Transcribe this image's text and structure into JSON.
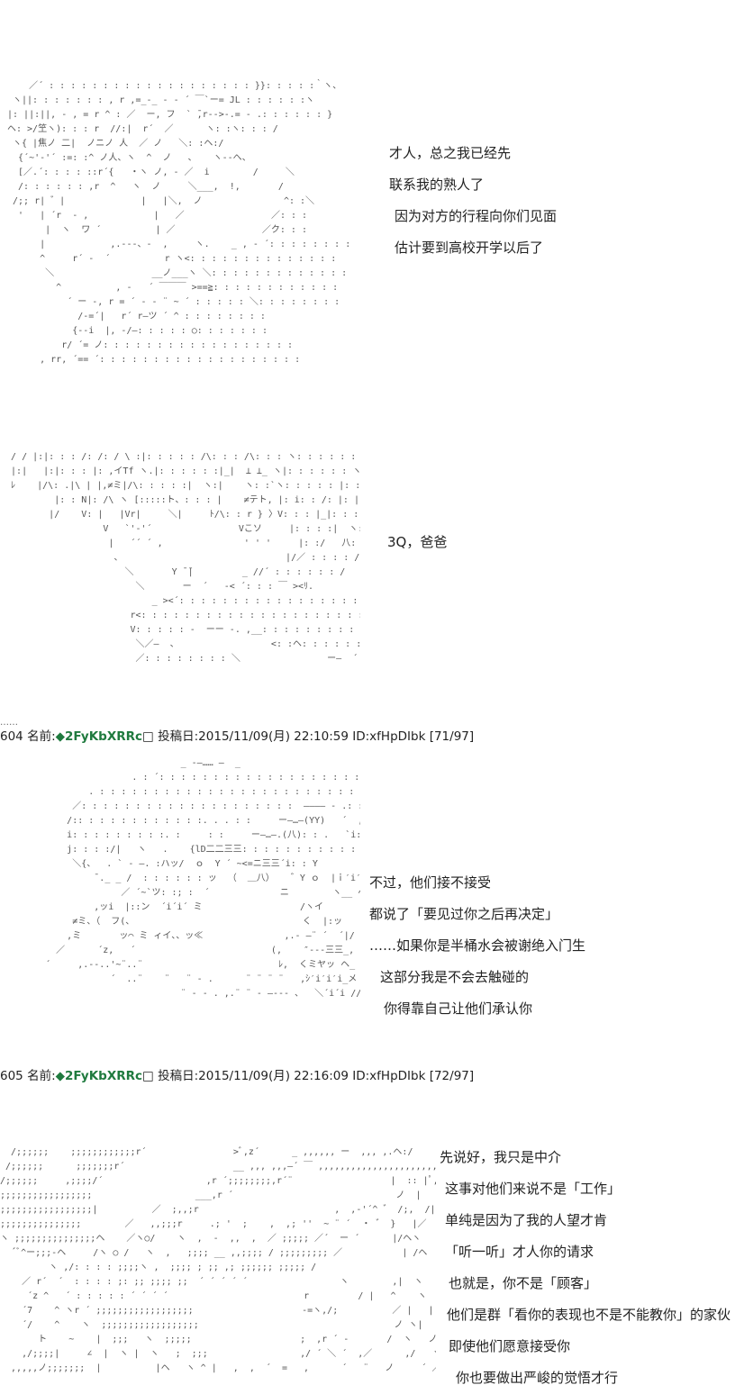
{
  "panels": [
    {
      "art": [
        "    ／´ : : : : : : : : : : : : : : : : : : : }}: : : : :｀ヽ、",
        " ヽ||: : : : : : : , r ,=_-_ - ‐ ´ ￣`ー= JL : : : : : :ヽ",
        "|: ||:||, - , = r ^ : ／  ー, フ  ` ̄,r-->-.= - .: : : : : : }",
        "ヘ: >/笁ヽ): : : r  //:|  r´  ／      ヽ: :ヽ: : : /",
        " ヽ{ |焦ノ 二|  ノニノ 人  ／ ノ   ＼: :ヘ:/",
        "  {´~'-'´ :=: :^ ノ人、ヽ  ^  ノ   、   ヽ--へ、",
        "  [／.´: : : : ::r´{   ・ヽ ノ, - ／  i        /     ＼",
        "  /: : : : : : ,r  ^   ヽ  ノ     ＼___,  !,       /",
        " /;; r| ゛|              |   |＼,  ノ               ^: :＼",
        "  '   | ´r  - ,            |   ／                ／: : :",
        "       |  ヽ  ワ ´          | ／                ／ク: : :",
        "      |            ,.---、-  ,     ヽ.    _ , - ´: : : : : : : :",
        "      ^     r´ -  ´          r ヽ<: : : : : : : : : : : : : :",
        "       ＼                  __ノ___ヽ ＼: : : : : : : : : : : : :",
        "         ^          , -   ´ ￣￣￣ >==≧: : : : : : : : : : : :",
        "           ´ ー -, r = ´ - - ¨ ~ ´ : : : : : ＼: : : : : : : :",
        "             /-=´|   r´ r—ツ ´ ^ : : : : : : : :",
        "            {--i  |, -/—: : : : : ○: : : : : : :",
        "          r/ ´= ノ: : : : : : : : : : : : : : : : : :",
        "      , rr, ´== ´: : : : : : : : : : : : : : : : : : :"
      ],
      "lines": [
        "才人，总之我已经先",
        "联系我的熟人了",
        "因为对方的行程向你们见面",
        "估计要到高校开学以后了"
      ]
    },
    {
      "art": [
        "  / / |:|: : : /: /: / \\ :|: : : : : /\\: : : /\\: : : ヽ: : : : : : : :ヽ: : : :ヽ: : :`ヽ、",
        "  |:|   |:|: : : |: ,イTf ヽ.|: : : : : :|_|  ⊥ ⊥_ ヽ|: : : : : : ヽ: :|: : : : : :N: : : :＼",
        "  ﾚ    |/\\: .|\\ | |,≠ミ|/\\: : : : :|  ヽ:|    ヽ: :`ヽ: : : : : |: : |: : : : : : |.`ヽ: : : :|",
        "          |: : N|: /\\ ヽ [:::::ト、: : : |    ≠テト, |: i: : /: |: |: : : : : : |: : : |  ＼|",
        "         |/    V: |   |Vr|     ＼|     ﾄ/\\: : r } 〉V: : : |_|: : : : : : |: : |",
        "                   V   `'-'´                Vこソ     |: : : :|  ヽ: : : : : |: : |",
        "                    |   ´´ ´ ,               ' ' '     |: :/   八: : : : :ヽ|",
        "                     、                              |/／ : : : : /|: :|",
        "                       ＼       Y ̄ ̄|         _ //´ : : : : : : /   V",
        "                         ＼       ー  ´   -< ´: : : ￣ ><ﾘ.",
        "                            _ ><´: : : : : : : : : : : : : : : : : : ＼",
        "                        r<: : : : : : : : : : : : : : : : : : : : : : : : : : : : :＼",
        "                        V: : : : : -  ーー -. ,__: : : : : : : : : : : : |",
        "                         ＼／—  、                 <: :ヘ: : : : : : _/",
        "                         ／: : : : : : : : ＼                ー—  ´ /"
      ],
      "lines": [
        "3Q，爸爸"
      ]
    },
    {
      "header": {
        "number": "604",
        "name_label": "名前:",
        "diamond": "◆",
        "trip": "2FyKbXRRc",
        "box": "□",
        "date_label": "投稿日:",
        "date": "2015/11/09(月) 22:10:59",
        "id": "ID:xfHpDIbk",
        "count": "[71/97]"
      },
      "art": [
        "                              _ -―…… ―  _",
        "                     . : ´: : : : : : : : : : : : : : : : : : : : ` : .",
        "             . : : : : : : : : : : : : : : : : : : : : : : : : : : : : : : : : : ＼",
        "          ／: : : : : : : : : : : : : : : : : : : :  ―――― - .: : : : : : : : : : : : ,",
        "         /:: : : : : : : : : : : :. . . : :     ー―…–(YY)   ´  ,: : : : : :|",
        "         i: : : : : : : : :. :     : :     ー―…–.(八): : .   `i: : : :|",
        "         j: : : :/|   ヽ   .    {lD二二三三: : : : : : : : : : :  .ヽ   〉／",
        "          ＼{、  . ` - ―. :ハッ/  ｏ  Y ´ ~<=ニ三三´i: : Y",
        "              ̄ ._ _ /  : : : : : : ッ  （  ＿八）   ゛Y ｏ  |ｉ′i′i",
        "                   ／ ´~`ツ: :; :  ´             ニ        ヽ__ ヘ(.ｲｉ〉",
        "              ,ッi  |::ン  ´i´i´ ミ                  /ヽイ        从",
        "          ≠ミ、（  フ(、                               く  |:ッ    ″/ )",
        "         ,ミ       ッ⌒ ミ ィイ、、ッ≪               ,.- ―¨ ´  ´|/",
        "       ／      ´z,   ´                         (,    ″‐-‐三三_,   ;   八",
        "     ´     ,.--..'~¨..¨                         ﾚ,  くミヤッ ヘ_   . : : : :j:",
        "                 ´  ..¨    ¨   ¨ ‐ .      ¨ ¨ ¨ ¨   ,ｼ′i′i′i_メ ディ  )",
        "                              ¨ ‐ - . ,.¨ ¨ ‐ ―‐-‐ 、  ＼´i´i ///´ i"
      ],
      "lines": [
        "不过，他们接不接受",
        "都说了「要见过你之后再决定」",
        "……如果你是半桶水会被谢绝入门生",
        "这部分我是不会去触碰的",
        "你得靠自己让他们承认你"
      ]
    },
    {
      "header": {
        "number": "605",
        "name_label": "名前:",
        "diamond": "◆",
        "trip": "2FyKbXRRc",
        "box": "□",
        "date_label": "投稿日:",
        "date": "2015/11/09(月) 22:16:09",
        "id": "ID:xfHpDIbk",
        "count": "[72/97]"
      },
      "art": [
        "  /;;;;;;    ;;;;;;;;;;;;r´                >ﾞ,z´      _ ,,,,,, ー  ,,, ,.ヘ:/",
        " /;;;;;;      ;;;;;;;r´                    __ ,,, ,,,—´ ￣ ,,,,,,,,,,,,,,,,,,,,,,,,,,,,○|",
        "/;;;;;;     ,;;;;/´                   ,r ´;;;;;;;;,r´¨                  |  :: |ﾟ,  |,  ヽ",
        ";;;;;;;;;;;;;;;;;                   ___,r ´                              ノ  |   ノ^;;;;;;;;;;;;;;",
        ";;;;;;;;;;;;;;;;;|          ／  ;,,;r                         ,  ,-'´^ ゛ /;,  /|   へ;;;;;;;;;;;;",
        ";;;;;;;;;;;;;;;        ／   ,,;;;r     .; '  ;    ,  ,; ''  ~ ¨ ´  ・ ゛ }   |／      ヽ;;;;;;;;;;;;;;",
        "ヽ ;;;;;;;;;;;;;;;ヘ    ／ヽ○/    ヽ  ,  -  ,,  ,  ／ ;;;;; ／´  ー ´      |/ヘヽ       ´z;;;;;;;;;",
        "  ´ﾞ^ー;;;-ヘ     /ヽ ○ /   ヽ  ,   ;;;; __ ,,;;;; / ;;;;;;;;; ／           | /ヘ         ´ゝ;;;;;;",
        "         ヽ ,/: : : : ;;;;ヽ ,  ;;;; ; ;; ,; ;;;;;; ;;;;; /                       |   入    z     ゛＝;;;;;;",
        "    ／ r´  ´  : : : : ;: ;; ;;;; ;;  ´ ´ ´ ´ ´                 ヽ        ,|  ヽ    ヽ     {;;;;;;;;;;",
        "     ´z ^   ´ : : : : : ´ ´ ´ ´                         r         / |   ^    ヽ      };;;;;;;;;",
        "    ´7    ^ ヽr ´ ;;;;;;;;;;;;;;;;;;                    -=ヽ,/;          ／ |   |      ゞ      ;;;;;;;;;;",
        "    ´/    ^    ヽ  ;;;;;;;;;;;;;;;;;;                                    ノ ヽ|   |       >    |;;;;;",
        "       ト    ~    |  ;;;   ヽ  ;;;;;                    ;  ,r ´ -       /  ヽ   ノ        |       /;;;;;",
        "    ,/;;;;|     ∠  |  ヽ |  ヽ   ;  ;;;                 ,/ ´ ＼ ´  ,／      ,/   ヽ  ／  ／|",
        "  ,,,,,ノ;;;;;;;  |          |ヘ   ヽ ^ |   ,  ,  ´  =   ,      ´   ¨   ノ     ´ ／ ´  /|^    /"
      ],
      "lines": [
        "先说好，我只是中介",
        "这事对他们来说不是「工作」",
        "单纯是因为了我的人望才肯",
        "「听一听」才人你的请求",
        "也就是，你不是「顾客」",
        "他们是群「看你的表现也不是不能教你」的家伙",
        "即使他们愿意接受你",
        "你也要做出严峻的觉悟才行"
      ]
    }
  ]
}
